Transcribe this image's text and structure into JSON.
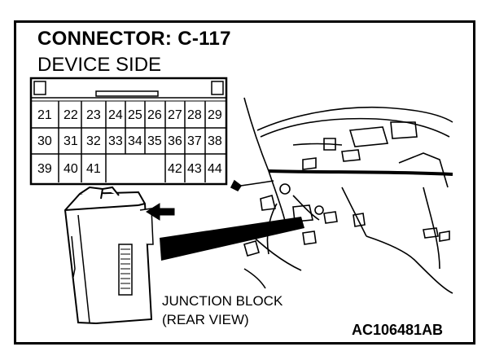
{
  "title": "CONNECTOR: C-117",
  "subtitle": "DEVICE SIDE",
  "connector": {
    "row1": [
      "21",
      "22",
      "23",
      "24",
      "25",
      "26",
      "27",
      "28",
      "29"
    ],
    "row2": [
      "30",
      "31",
      "32",
      "33",
      "34",
      "35",
      "36",
      "37",
      "38"
    ],
    "row3_left": [
      "39",
      "40",
      "41"
    ],
    "row3_right": [
      "42",
      "43",
      "44"
    ]
  },
  "callout": {
    "line1": "JUNCTION BLOCK",
    "line2": "(REAR VIEW)"
  },
  "figure_code": "AC106481AB"
}
